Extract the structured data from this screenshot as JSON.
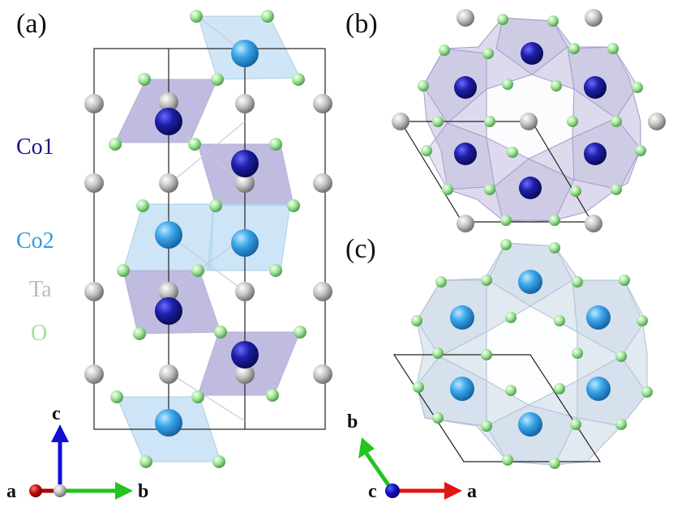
{
  "panels": {
    "a": {
      "label": "(a)"
    },
    "b": {
      "label": "(b)"
    },
    "c": {
      "label": "(c)"
    }
  },
  "legend": {
    "co1": {
      "label": "Co1",
      "color": "#16168c"
    },
    "co2": {
      "label": "Co2",
      "color": "#2f9be0"
    },
    "ta": {
      "label": "Ta",
      "color": "#bcbcbc"
    },
    "o": {
      "label": "O",
      "color": "#9ee39a"
    }
  },
  "axes_a": {
    "c": "c",
    "a": "a",
    "b": "b"
  },
  "axes_c": {
    "b": "b",
    "c": "c",
    "a": "a"
  },
  "colors": {
    "axis_blue": "#1010d8",
    "axis_green": "#22c41f",
    "axis_red": "#e41414",
    "poly_purple": "#a9a3d3",
    "poly_blue": "#a9d2ef",
    "poly_gray": "#c7d3df"
  }
}
